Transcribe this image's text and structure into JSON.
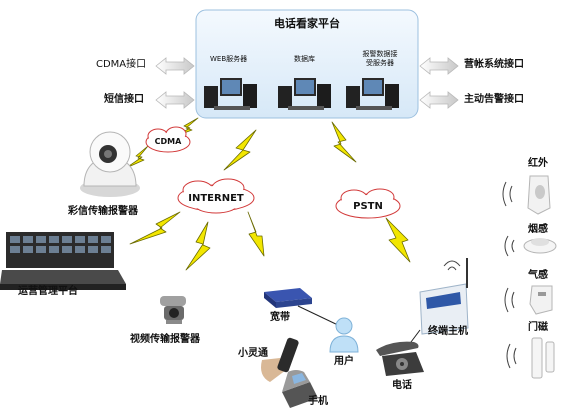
{
  "platform": {
    "title": "电话看家平台",
    "servers": [
      "WEB服务器",
      "数据库",
      "报警数据接\n受服务器"
    ]
  },
  "interfaces": {
    "left": [
      "CDMA接口",
      "短信接口"
    ],
    "right": [
      "营帐系统接口",
      "主动告警接口"
    ]
  },
  "networks": {
    "cdma": "CDMA",
    "internet": "INTERNET",
    "pstn": "PSTN"
  },
  "devices": {
    "color_alarm": "彩信传输报警器",
    "ops_platform": "运营管理平台",
    "video_alarm": "视频传输报警器",
    "broadband": "宽带",
    "phs": "小灵通",
    "user": "用户",
    "mobile": "手机",
    "telephone": "电话",
    "terminal": "终端主机"
  },
  "sensors": [
    "红外",
    "烟感",
    "气感",
    "门磁"
  ],
  "colors": {
    "bolt": "#f2e600",
    "bolt_stroke": "#6a6a00",
    "cloud_stroke": "#d23a3a",
    "platform_bg": "#e6f1fb",
    "platform_border": "#9cc0df"
  }
}
